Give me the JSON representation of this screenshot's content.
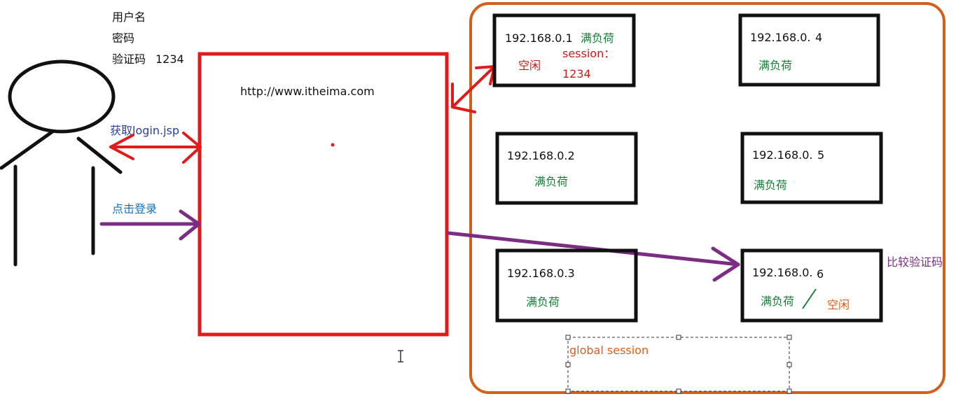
{
  "colors": {
    "red": "#e01b1b",
    "purple": "#7a2d82",
    "orange": "#d2601c",
    "green": "#16803a",
    "dark": "#111111",
    "blue": "#2a3f9e",
    "cyan_blue": "#1b6fb3"
  },
  "login_form": {
    "username_label": "用户名",
    "password_label": "密码",
    "captcha_label": "验证码",
    "captcha_value": "1234"
  },
  "browser": {
    "url": "http://www.itheima.com"
  },
  "arrows": {
    "get_login": "获取login.jsp",
    "click_login": "点击登录",
    "compare_captcha": "比较验证码"
  },
  "servers": [
    {
      "ip": "192.168.0.1",
      "status": "满负荷",
      "extra_status": "空闲",
      "session_label": "session：",
      "session_value": "1234"
    },
    {
      "ip": "192.168.0.2",
      "status": "满负荷"
    },
    {
      "ip": "192.168.0.3",
      "status": "满负荷"
    },
    {
      "ip_prefix": "192.168.0.",
      "ip_suffix": "4",
      "status": "满负荷"
    },
    {
      "ip_prefix": "192.168.0.",
      "ip_suffix": "5",
      "status": "满负荷"
    },
    {
      "ip_prefix": "192.168.0.",
      "ip_suffix": "6",
      "status": "满负荷",
      "extra_status": "空闲"
    }
  ],
  "global_session": {
    "label": "global session"
  }
}
